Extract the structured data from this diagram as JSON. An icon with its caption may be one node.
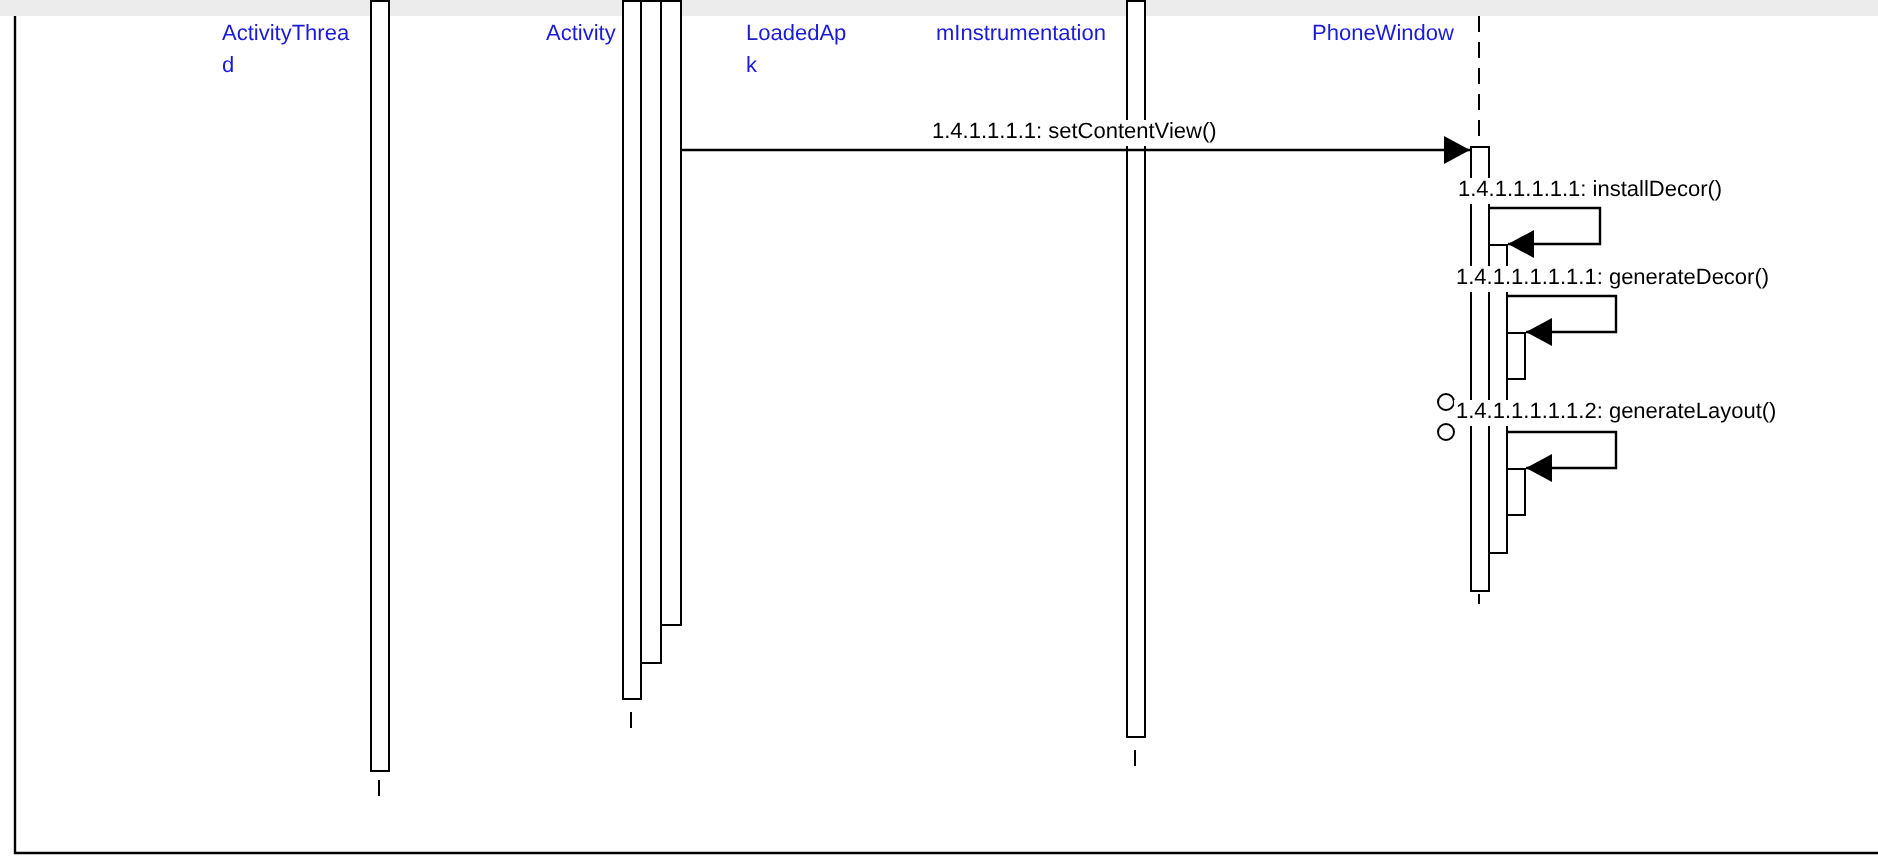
{
  "diagram": {
    "nodes": [
      {
        "text": [
          "ActivityThread"
        ]
      },
      {
        "text": [
          "Activity"
        ]
      },
      {
        "text": [
          "LoadedApk"
        ]
      },
      {
        "text": [
          "mInstrumentation"
        ]
      },
      {
        "text": [
          "PhoneWindow"
        ]
      },
      {
        "text": [],
        "shape": "bar"
      },
      {
        "text": [],
        "shape": "bar"
      },
      {
        "text": [],
        "shape": "bar"
      },
      {
        "text": [],
        "shape": "bar"
      },
      {
        "text": [],
        "shape": "bar"
      },
      {
        "text": [],
        "shape": "bar"
      },
      {
        "text": [],
        "shape": "bar"
      },
      {
        "text": [],
        "shape": "bar"
      },
      {
        "text": [],
        "shape": "bar"
      }
    ],
    "edges": [
      {
        "from": 4,
        "to": 10,
        "arrow": "none",
        "style": "dashed"
      },
      {
        "from": 8,
        "to": 10,
        "arrow": "to",
        "label": "1.4.1.1.1.1: setContentView()"
      },
      {
        "from": 10,
        "to": 11,
        "arrow": "to",
        "label": "1.4.1.1.1.1.1: installDecor()"
      },
      {
        "from": 11,
        "to": 12,
        "arrow": "to",
        "label": "1.4.1.1.1.1.1.1: generateDecor()"
      },
      {
        "from": 11,
        "to": 13,
        "arrow": "to",
        "label": "1.4.1.1.1.1.1.2: generateLayout()"
      }
    ]
  }
}
